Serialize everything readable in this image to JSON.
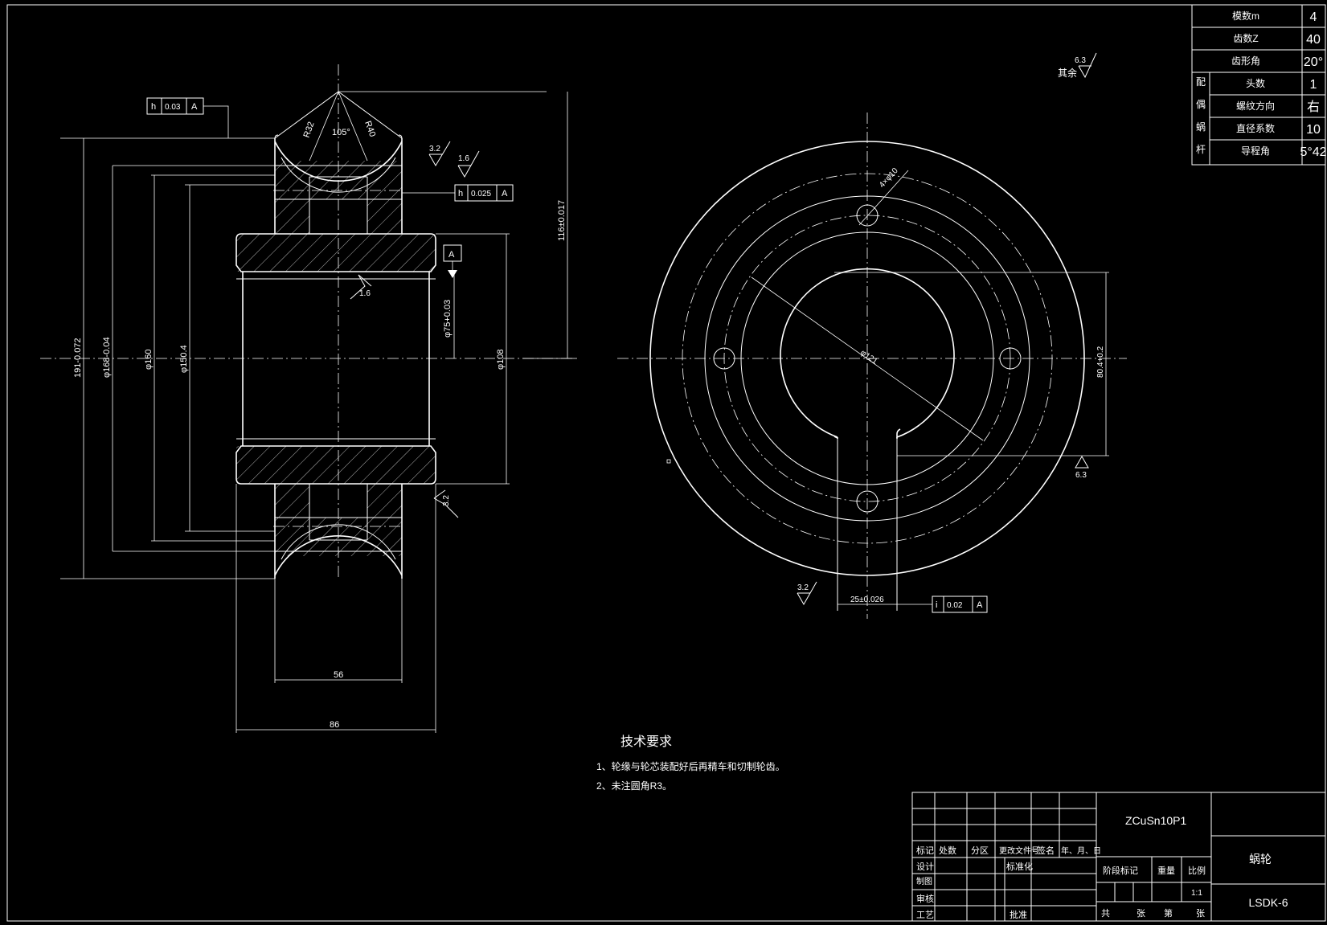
{
  "gear_table": {
    "rows": [
      {
        "label": "模数m",
        "value": "4"
      },
      {
        "label": "齿数Z",
        "value": "40"
      },
      {
        "label": "齿形角",
        "value": "20°"
      },
      {
        "label": "头数",
        "value": "1"
      },
      {
        "label": "螺纹方向",
        "value": "右"
      },
      {
        "label": "直径系数",
        "value": "10"
      },
      {
        "label": "导程角",
        "value": "5°42"
      }
    ],
    "group_label": [
      "配",
      "偶",
      "蜗",
      "杆"
    ]
  },
  "tolerances": {
    "top_left": {
      "symbol": "h",
      "value": "0.03",
      "datum": "A"
    },
    "middle": {
      "symbol": "h",
      "value": "0.025",
      "datum": "A"
    },
    "keyway": {
      "symbol": "i",
      "value": "0.02",
      "datum": "A"
    },
    "datum_marker": "A"
  },
  "surface_marks": {
    "rest": {
      "prefix": "其余",
      "value": "6.3"
    },
    "tooth_top": "3.2",
    "tooth_side": "1.6",
    "bore": "1.6",
    "face": "3.2",
    "keyway_side": "6.3",
    "keyway_bottom": "3.2"
  },
  "dimensions": {
    "dia_191": "191-0.072",
    "dia_168": "φ168-0.04",
    "dia_160": "φ160",
    "dia_150": "φ150.4",
    "dia_108": "φ108",
    "dia_75": "φ75+0.03",
    "center_116": "116±0.017",
    "width_56": "56",
    "width_86": "86",
    "r32": "R32",
    "r40": "R40",
    "angle": "105°",
    "holes": "4×φ10",
    "pcd": "φ121",
    "key_depth": "80.4+0.2",
    "key_width": "25±0.026"
  },
  "tech_requirements": {
    "title": "技术要求",
    "items": [
      "1、轮缘与轮芯装配好后再精车和切制轮齿。",
      "2、未注圆角R3。"
    ]
  },
  "title_block": {
    "material": "ZCuSn10P1",
    "part_name": "蜗轮",
    "drawing_no": "LSDK-6",
    "scale": "1:1",
    "headers": [
      "标记",
      "处数",
      "分区",
      "更改文件号",
      "签名",
      "年、月、日"
    ],
    "left_labels": [
      "设计",
      "制图",
      "审核",
      "工艺"
    ],
    "standardize": "标准化",
    "approve": "批准",
    "stage": "阶段标记",
    "weight": "重量",
    "ratio": "比例",
    "sheets": [
      "共",
      "张",
      "第",
      "张"
    ]
  }
}
